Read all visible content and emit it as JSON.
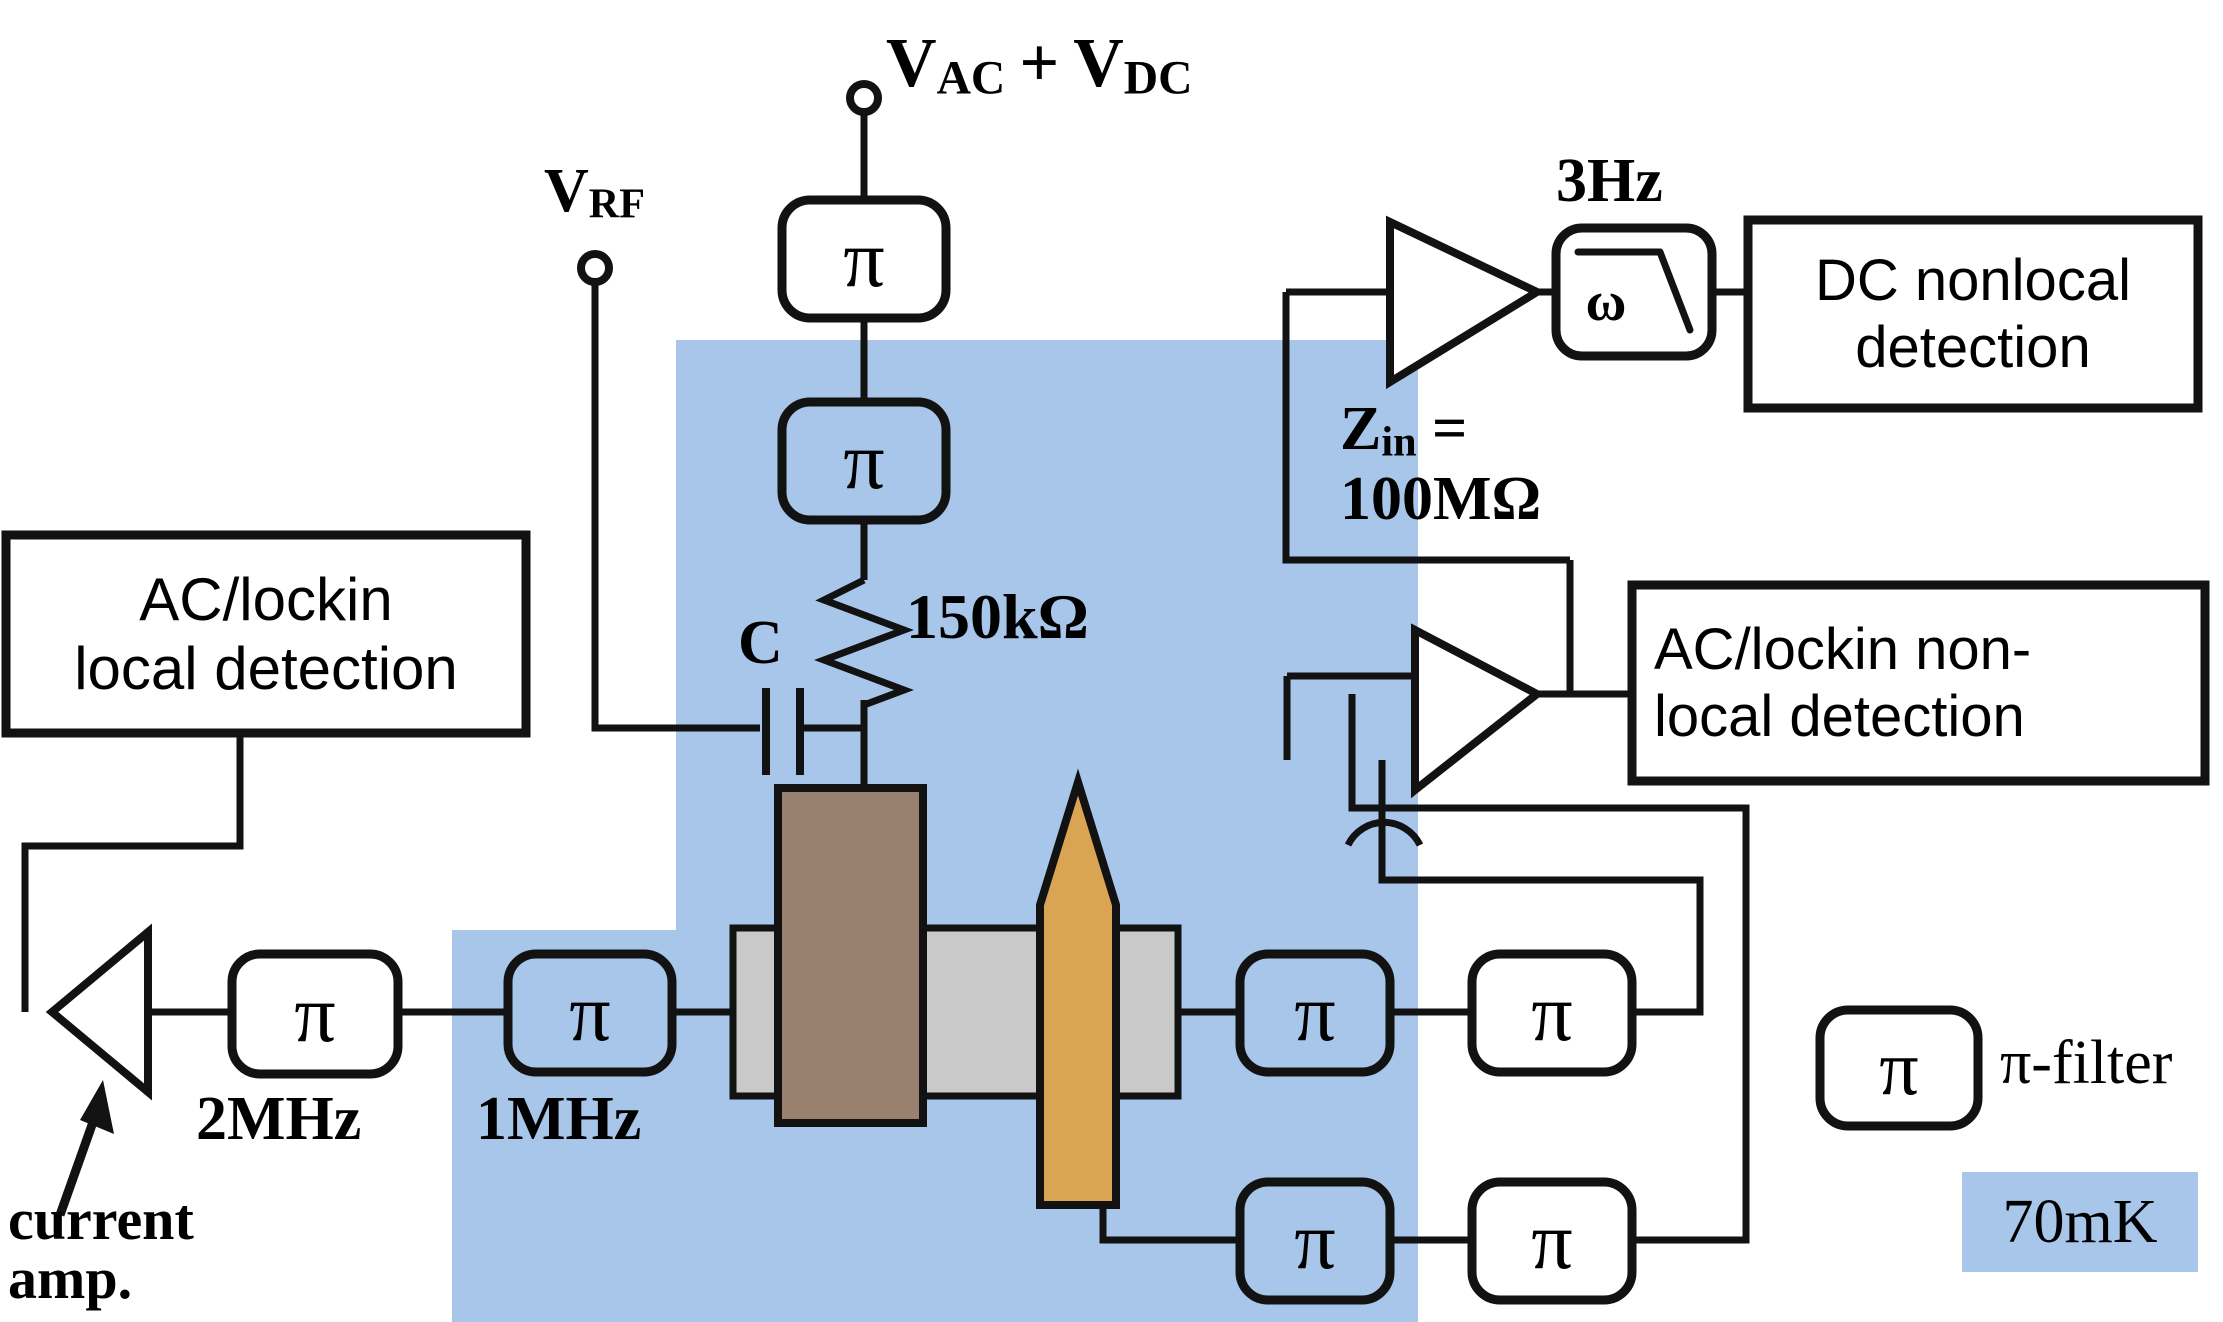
{
  "diagram": {
    "title": "Cryogenic measurement circuit schematic",
    "colors": {
      "stage_blue": "#a7c6ea",
      "wire_black": "#121212",
      "brown_electrode": "#99816f",
      "orange_probe": "#d9a553",
      "gray_nanowire": "#c9c9c9",
      "background": "#ffffff"
    }
  },
  "sources": {
    "top_terminal_label": "V + V",
    "vac": "V",
    "vac_sub": "AC",
    "plus": "+",
    "vdc": "V",
    "vdc_sub": "DC",
    "vrf": "V",
    "vrf_sub": "RF"
  },
  "components": {
    "pi_symbol": "π",
    "omega_symbol": "ω",
    "resistor_label": "150kΩ",
    "capacitor_label": "C",
    "filter_2mhz": "2MHz",
    "filter_1mhz": "1MHz",
    "filter_3hz": "3Hz",
    "current_amp_label_line1": "current",
    "current_amp_label_line2": "amp.",
    "zin_line1_prefix": "Z",
    "zin_line1_sub": "in",
    "zin_line1_suffix": " =",
    "zin_line2": "100MΩ"
  },
  "instrument_boxes": {
    "ac_local": {
      "line1": "AC/lockin",
      "line2": "local detection"
    },
    "dc_nonlocal": {
      "line1": "DC nonlocal",
      "line2": "detection"
    },
    "ac_nonlocal": {
      "line1": "AC/lockin non-",
      "line2": "local detection"
    }
  },
  "legend": {
    "pi_filter_symbol": "π",
    "pi_filter_label": "π-filter",
    "temperature_label": "70mK"
  },
  "icons": {
    "amplifier": "triangle-amplifier-icon",
    "lowpass": "lowpass-filter-icon",
    "resistor": "resistor-zigzag-icon",
    "capacitor": "capacitor-icon",
    "terminal": "open-circle-terminal-icon",
    "wire_hop": "wire-hop-icon",
    "arrow": "annotation-arrow-icon"
  }
}
